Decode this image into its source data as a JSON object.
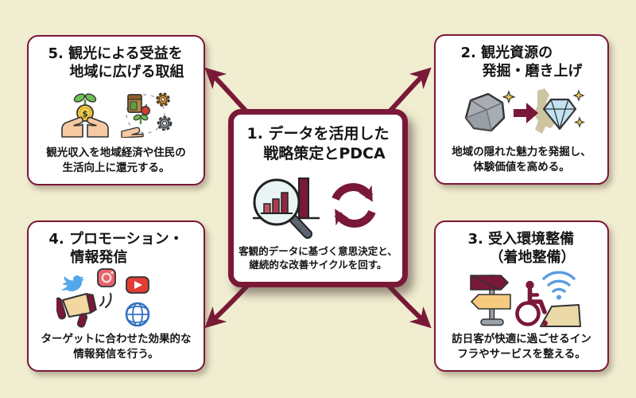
{
  "background_color": "#f0edd0",
  "accent_color": "#7a1837",
  "center": {
    "title_line1": "1. データを活用した",
    "title_line2": "戦略策定とPDCA",
    "body_line1": "客観的データに基づく意思決定と、",
    "body_line2": "継続的な改善サイクルを回す。",
    "icons": [
      "magnifier-bar-chart-icon",
      "pdca-cycle-icon"
    ]
  },
  "boxes": {
    "b5": {
      "title_line1": "5. 観光による受益を",
      "title_line2": "地域に広げる取組",
      "body_line1": "観光収入を地域経済や住民の",
      "body_line2": "生活向上に還元する。",
      "coin_symbol": "$",
      "icons": [
        "hands-holding-coin-icon",
        "local-products-gears-icon"
      ]
    },
    "b2": {
      "title_line1": "2. 観光資源の",
      "title_line2": "発掘・磨き上げ",
      "body_line1": "地域の隠れた魅力を発掘し、",
      "body_line2": "体験価値を高める。",
      "icons": [
        "rough-stone-icon",
        "arrow-right-icon",
        "japan-map-icon",
        "diamond-icon",
        "sparkle-icon"
      ]
    },
    "b4": {
      "title_line1": "4. プロモーション・",
      "title_line2": "情報発信",
      "body_line1": "ターゲットに合わせた効果的な",
      "body_line2": "情報発信を行う。",
      "icons": [
        "twitter-bird-icon",
        "instagram-icon",
        "youtube-icon",
        "megaphone-icon",
        "globe-icon"
      ]
    },
    "b3": {
      "title_line1": "3. 受入環境整備",
      "title_line2": "（着地整備）",
      "body_line1": "訪日客が快適に過ごせるイン",
      "body_line2": "フラやサービスを整える。",
      "icons": [
        "signpost-icon",
        "wheelchair-icon",
        "wifi-icon",
        "ramp-icon"
      ]
    }
  }
}
